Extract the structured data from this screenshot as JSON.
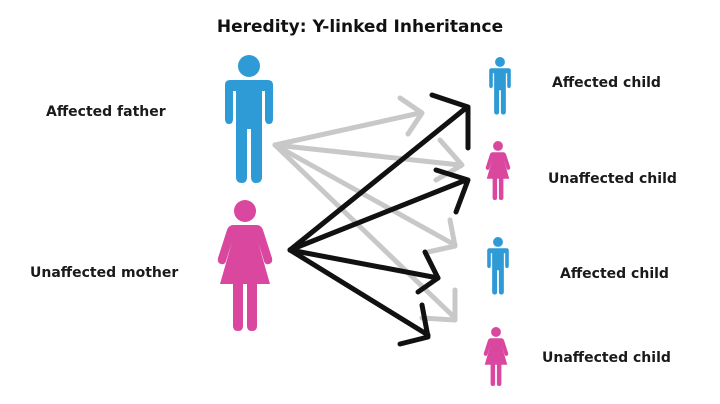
{
  "title": "Heredity: Y-linked Inheritance",
  "colors": {
    "male": "#2e9ad6",
    "female": "#d9479f",
    "arrow_father": "#c8c8c8",
    "arrow_mother": "#111111",
    "text": "#1a1a1a"
  },
  "parents": [
    {
      "label": "Affected father",
      "sex": "male",
      "icon": "male-figure-icon"
    },
    {
      "label": "Unaffected mother",
      "sex": "female",
      "icon": "female-figure-icon"
    }
  ],
  "children": [
    {
      "label": "Affected child",
      "sex": "male",
      "icon": "male-figure-icon"
    },
    {
      "label": "Unaffected child",
      "sex": "female",
      "icon": "female-figure-icon"
    },
    {
      "label": "Affected child",
      "sex": "male",
      "icon": "male-figure-icon"
    },
    {
      "label": "Unaffected child",
      "sex": "female",
      "icon": "female-figure-icon"
    }
  ],
  "arrows": {
    "father_to_children": 4,
    "mother_to_children": 4
  }
}
